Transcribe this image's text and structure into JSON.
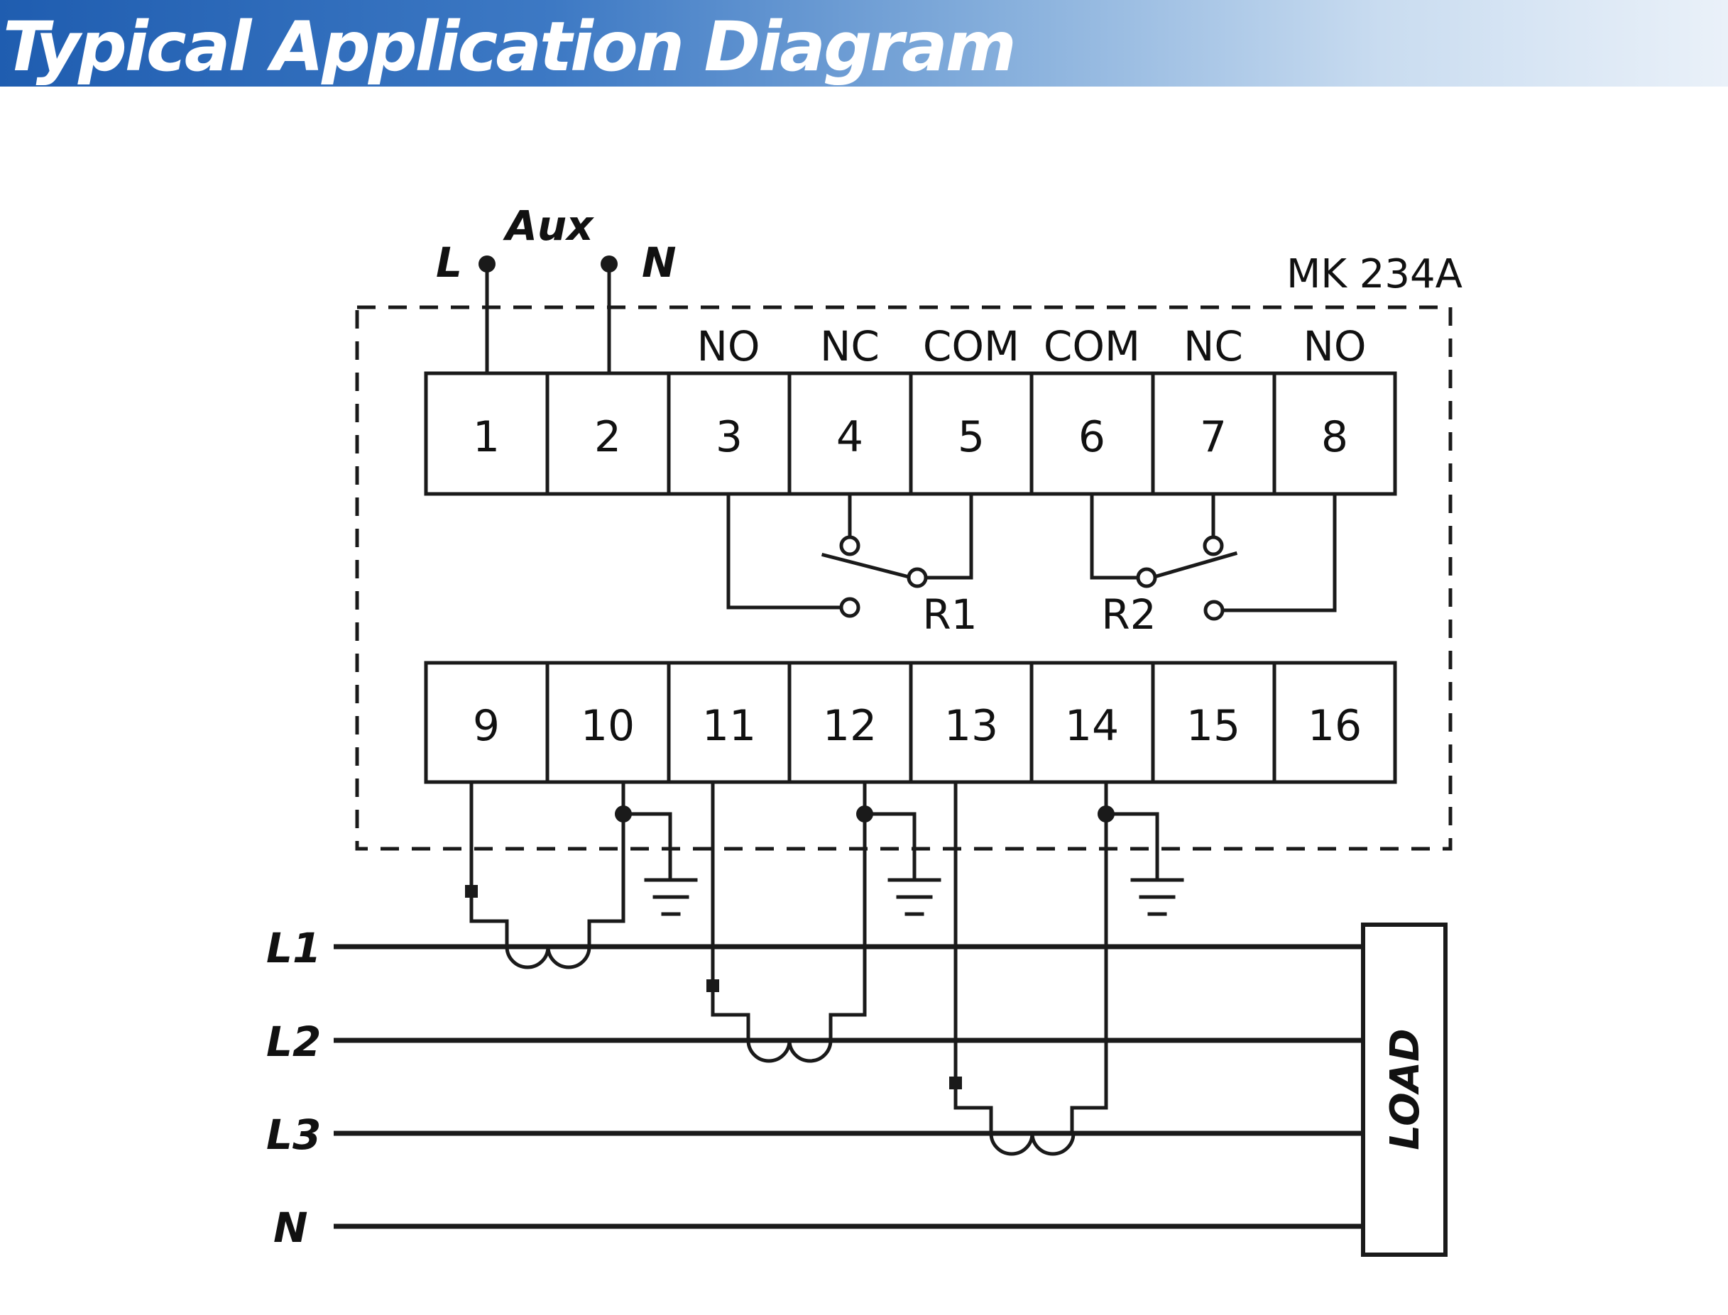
{
  "header": {
    "title": "Typical Application Diagram"
  },
  "device": {
    "model": "MK 234A"
  },
  "aux": {
    "label": "Aux",
    "line_label": "L",
    "neutral_label": "N"
  },
  "top_terminals": {
    "function_labels": [
      "NO",
      "NC",
      "COM",
      "COM",
      "NC",
      "NO"
    ],
    "numbers": [
      "1",
      "2",
      "3",
      "4",
      "5",
      "6",
      "7",
      "8"
    ]
  },
  "relays": {
    "r1": "R1",
    "r2": "R2"
  },
  "bottom_terminals": {
    "numbers": [
      "9",
      "10",
      "11",
      "12",
      "13",
      "14",
      "15",
      "16"
    ]
  },
  "lines": {
    "l1": "L1",
    "l2": "L2",
    "l3": "L3",
    "n": "N"
  },
  "load": {
    "label": "LOAD"
  }
}
